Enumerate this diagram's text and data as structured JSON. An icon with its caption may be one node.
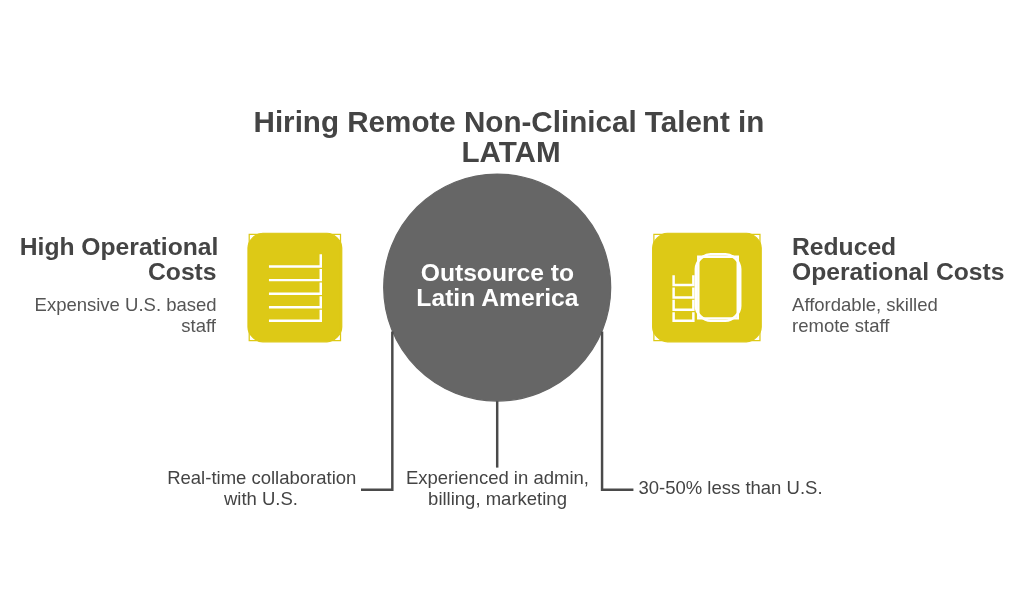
{
  "diagram": {
    "title": "Hiring Remote Non-Clinical Talent in LATAM",
    "nodes": [
      {
        "text": [
          "High Operational Costs",
          "Expensive U.S. based staff"
        ]
      },
      {
        "text": [
          "Outsource to Latin America"
        ]
      },
      {
        "text": [
          "Reduced Operational Costs",
          "Affordable, skilled remote staff"
        ]
      },
      {
        "text": [
          "Real-time collaboration with U.S."
        ]
      },
      {
        "text": [
          "Experienced in admin, billing, marketing"
        ]
      },
      {
        "text": [
          "30-50% less than U.S."
        ]
      }
    ],
    "edges": [
      {
        "from": 1,
        "to": 3,
        "arrow": "none"
      },
      {
        "from": 1,
        "to": 4,
        "arrow": "none"
      },
      {
        "from": 1,
        "to": 5,
        "arrow": "none"
      }
    ]
  }
}
